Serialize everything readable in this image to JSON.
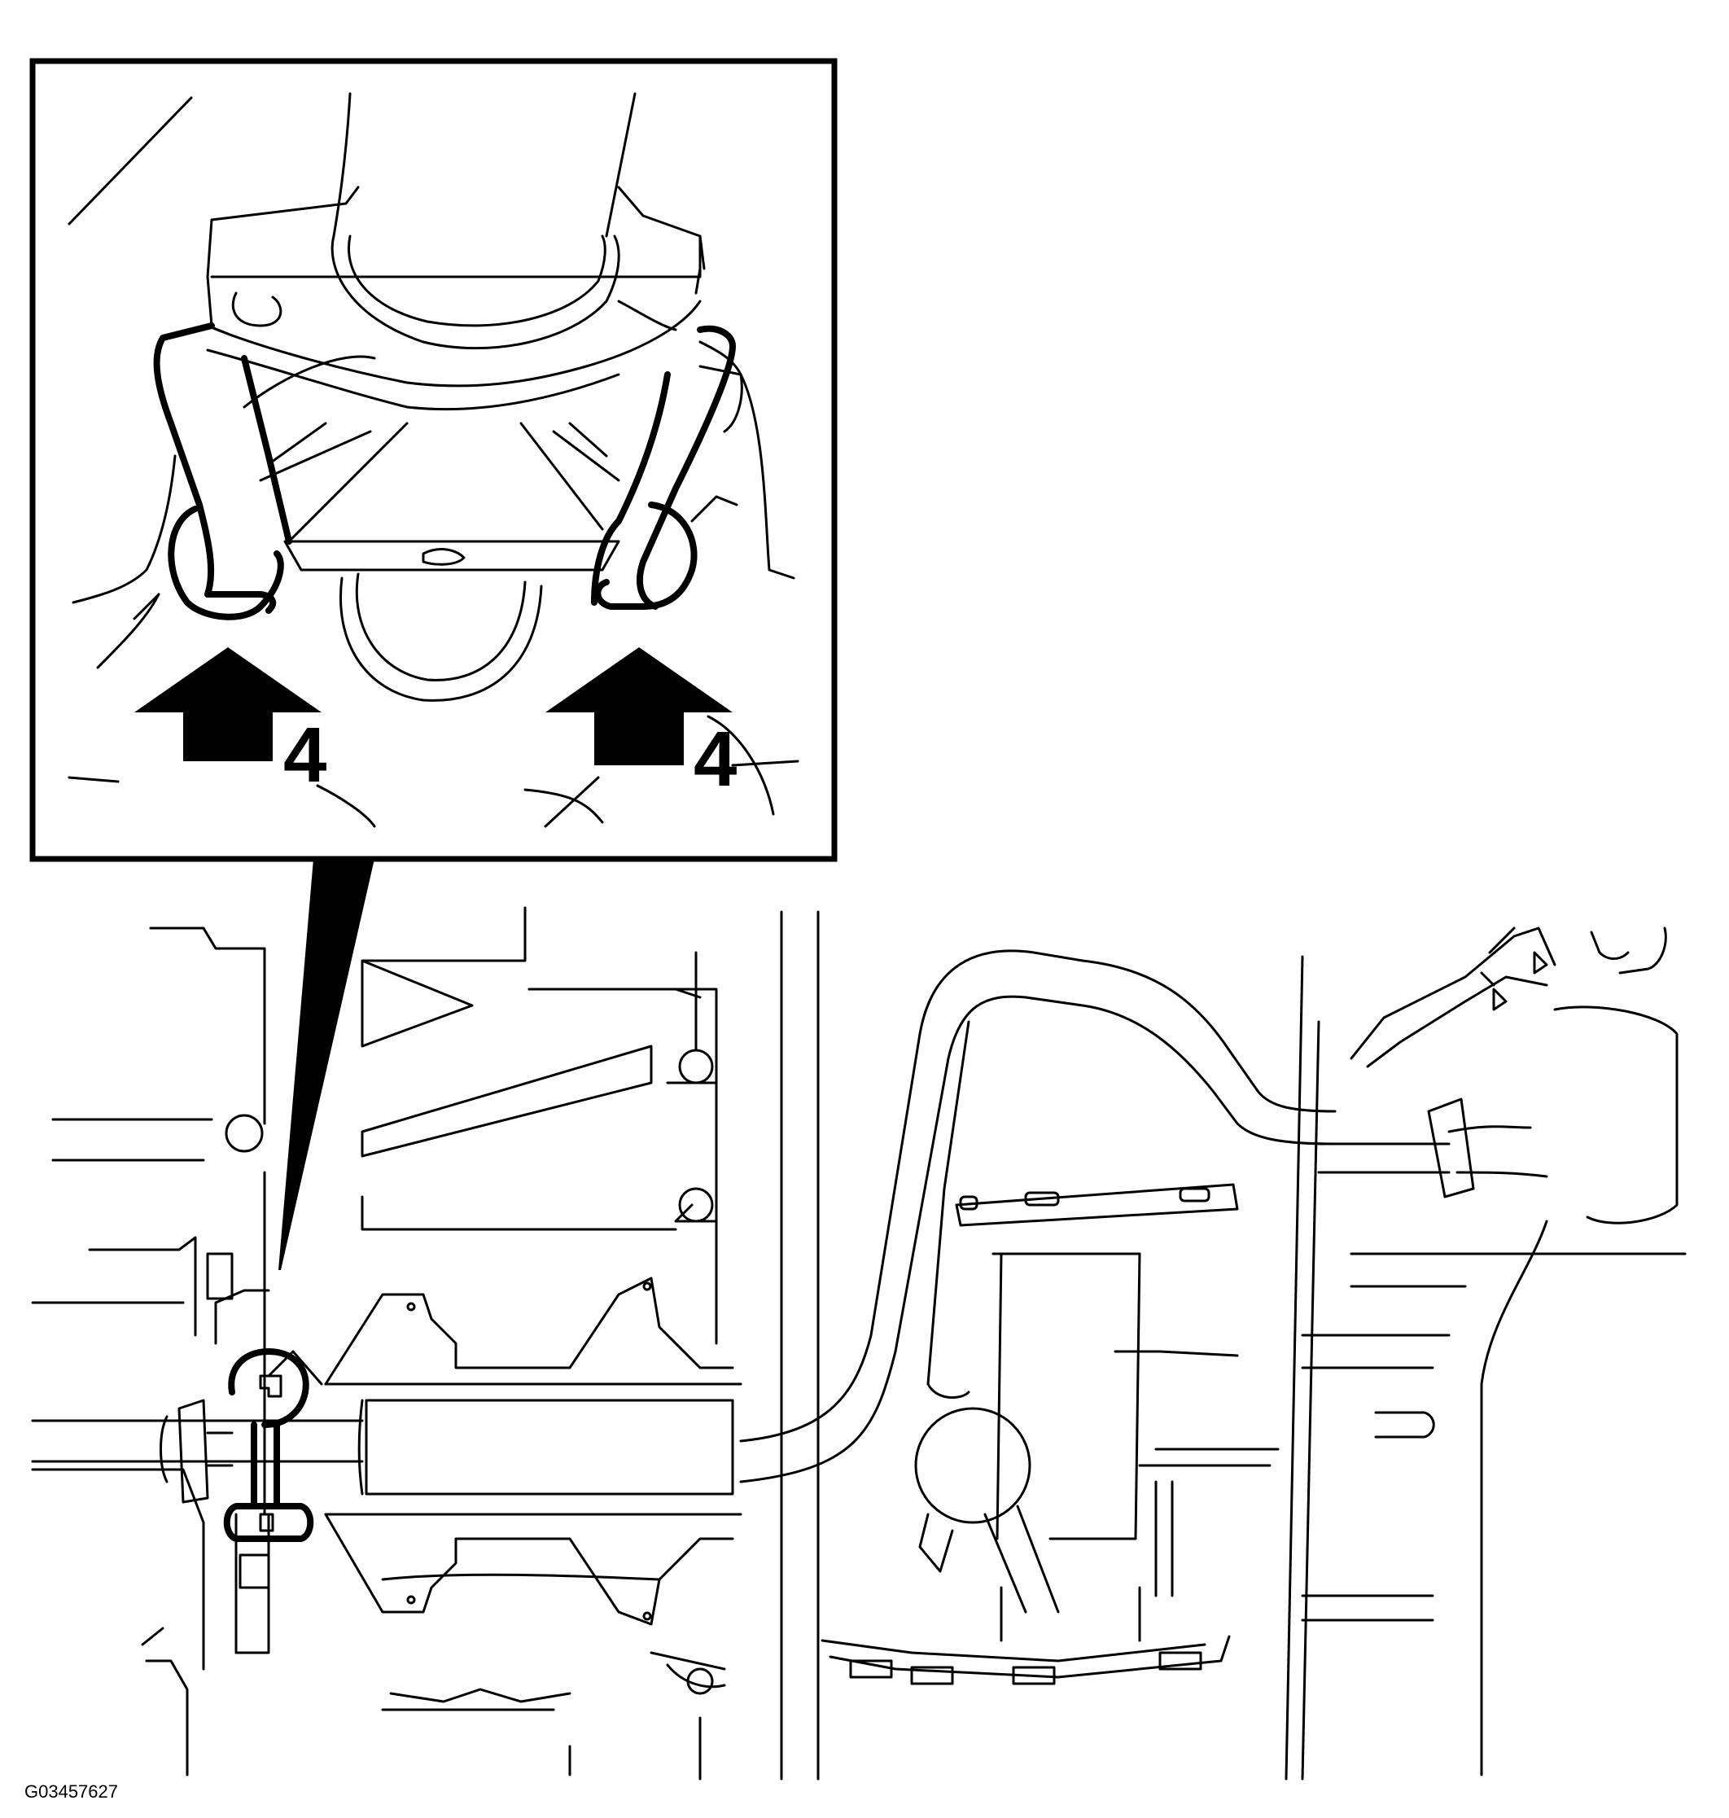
{
  "figure": {
    "id": "G03457627"
  },
  "callouts": [
    {
      "label": "4"
    },
    {
      "label": "4"
    }
  ]
}
